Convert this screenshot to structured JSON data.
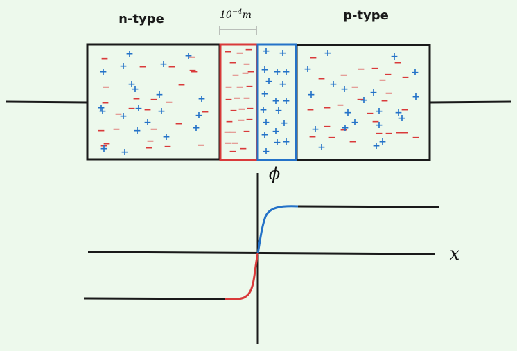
{
  "labels": {
    "n_region": "n-type",
    "p_region": "p-type",
    "width": "10",
    "width_exp": "−4",
    "width_unit": "m",
    "phi_axis": "ϕ",
    "x_axis": "x"
  },
  "symbols": {
    "minus": "−",
    "plus": "+"
  },
  "colors": {
    "background": "#edf9ec",
    "outline": "#1a1a1a",
    "negative": "#d93a3a",
    "positive": "#2472c8"
  }
}
